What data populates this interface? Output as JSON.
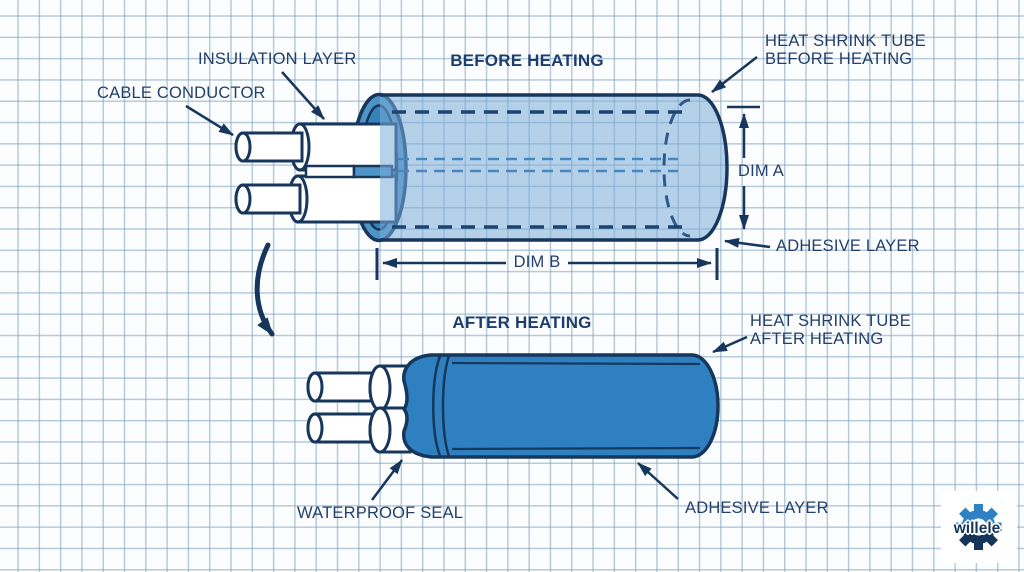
{
  "titles": {
    "before": "BEFORE HEATING",
    "after": "AFTER HEATING"
  },
  "labels": {
    "cable_conductor": "CABLE CONDUCTOR",
    "insulation_layer": "INSULATION LAYER",
    "heat_shrink_before_line1": "HEAT SHRINK TUBE",
    "heat_shrink_before_line2": "BEFORE HEATING",
    "dim_a": "DIM A",
    "dim_b": "DIM B",
    "adhesive_layer_top": "ADHESIVE LAYER",
    "heat_shrink_after_line1": "HEAT SHRINK TUBE",
    "heat_shrink_after_line2": "AFTER HEATING",
    "waterproof_seal": "WATERPROOF SEAL",
    "adhesive_layer_bottom": "ADHESIVE LAYER"
  },
  "logo": {
    "text": "willele"
  },
  "colors": {
    "outline_navy": "#17365c",
    "text_navy": "#23406b",
    "tube_before_fill": "rgba(122,173,216,0.55)",
    "tube_ring": "#4d95c9",
    "tube_ring_inner": "#3583bb",
    "tube_after_fill": "#2e80c1",
    "hidden_line_blue": "#4887bd",
    "logo_light_blue": "#2e82c4",
    "logo_dark_navy": "#14345a",
    "grid_line": "#9db9cf",
    "paper": "#fcfdfe"
  }
}
